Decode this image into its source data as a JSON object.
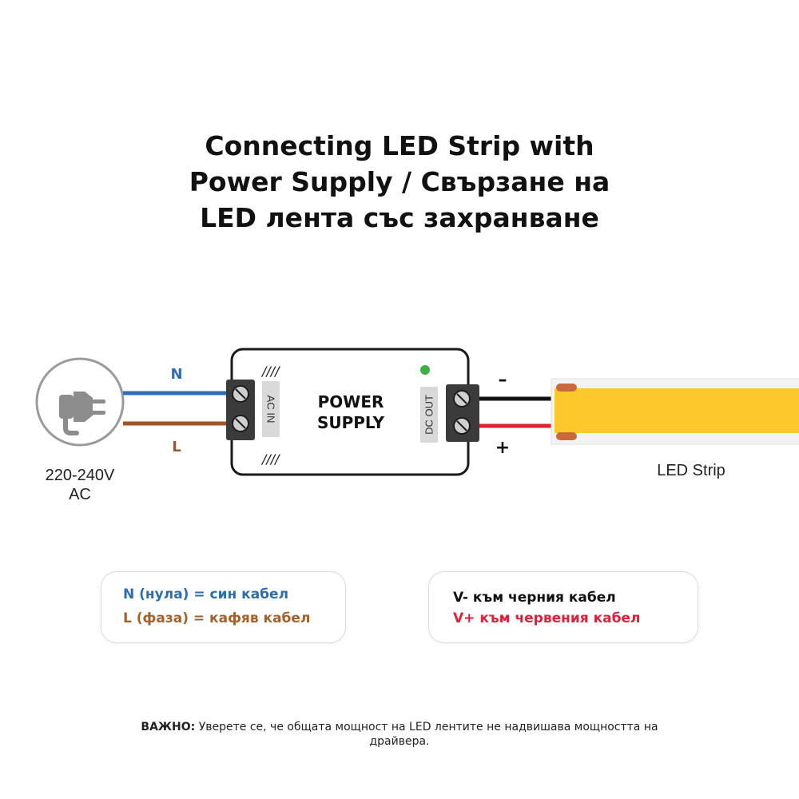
{
  "title": {
    "line1": "Connecting LED Strip with",
    "line2": "Power Supply / Свързане на",
    "line3": "LED лента със захранване"
  },
  "plug": {
    "icon": "plug-icon",
    "voltage_line1": "220-240V",
    "voltage_line2": "AC"
  },
  "wires": {
    "n_label": "N",
    "l_label": "L",
    "minus_label": "–",
    "plus_label": "+",
    "colors": {
      "neutral": "#2f6db5",
      "phase": "#a0562a",
      "negative": "#111111",
      "positive": "#e0202a"
    }
  },
  "power_supply": {
    "line1": "POWER",
    "line2": "SUPPLY",
    "input_label": "AC IN",
    "output_label": "DC OUT",
    "indicator_color": "#3cb043",
    "vent_marks": "////"
  },
  "led_strip": {
    "label": "LED Strip",
    "color": "#fcc82c"
  },
  "legend_left": {
    "neutral": "N (нула) = син кабел",
    "phase": "L (фаза) = кафяв кабел",
    "neutral_color": "#2f6da8",
    "phase_color": "#a3612b"
  },
  "legend_right": {
    "negative": "V- към черния кабел",
    "positive": "V+ към червения кабел",
    "negative_color": "#111111",
    "positive_color": "#e0203a"
  },
  "note": {
    "bold": "ВАЖНО:",
    "text": " Уверете се, че общата мощност на LED лентите не надвишава мощността на драйвера."
  }
}
